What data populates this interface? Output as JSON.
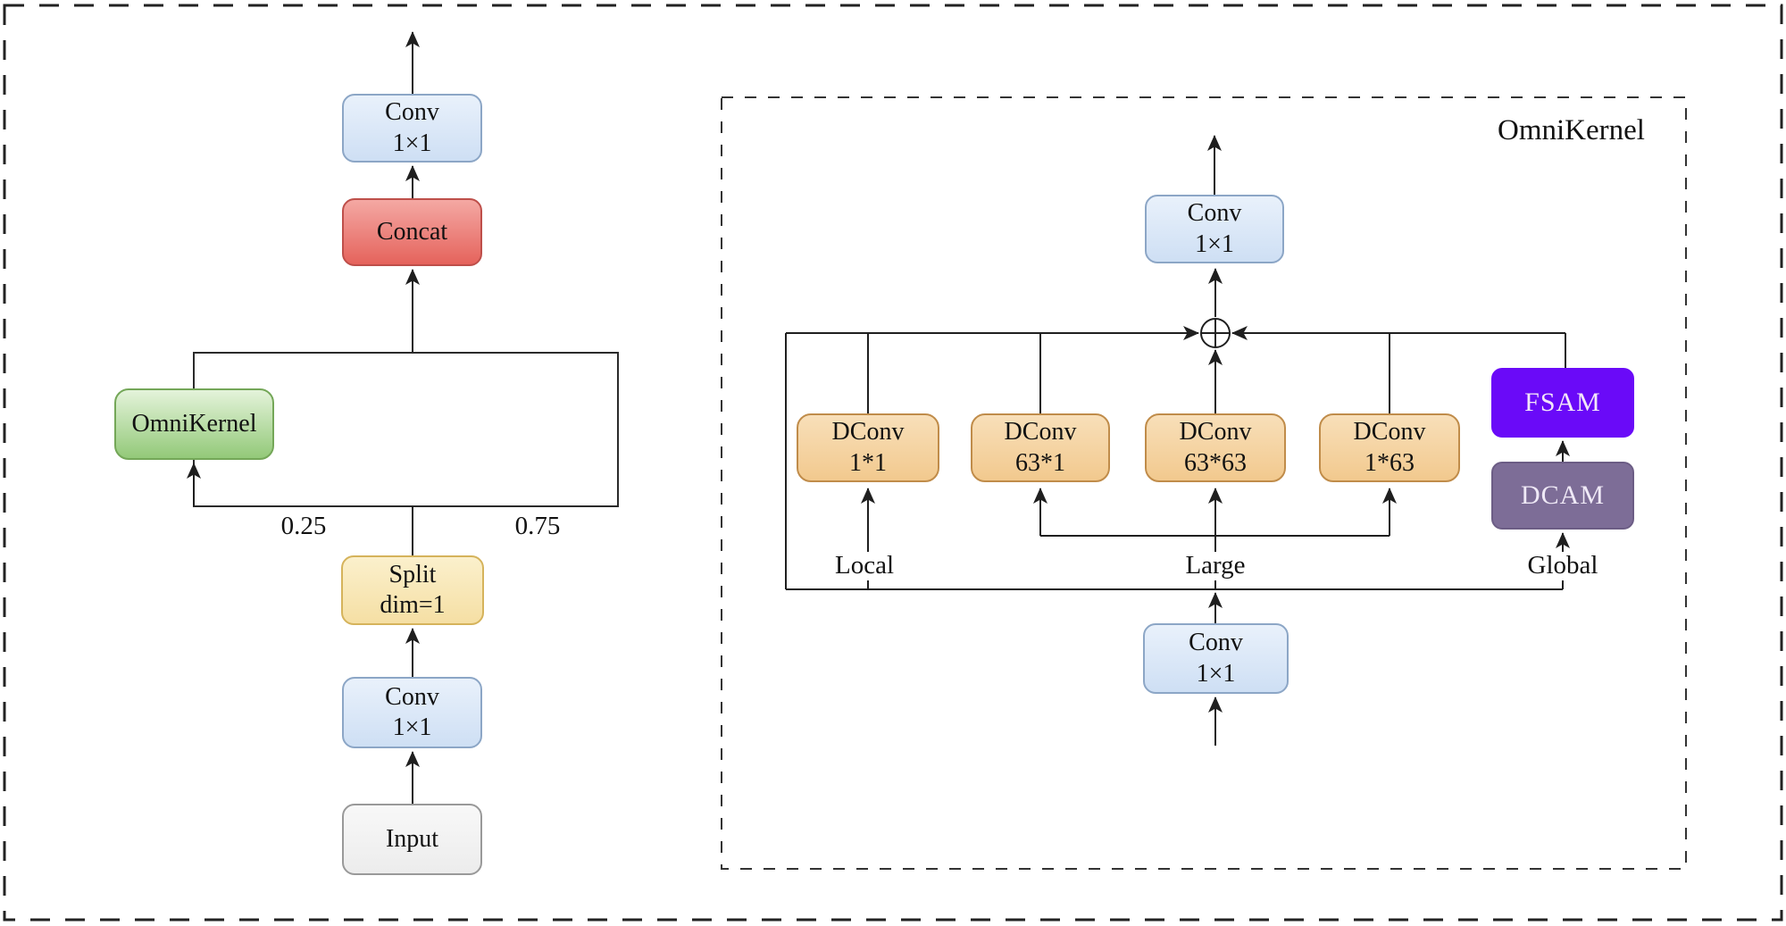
{
  "title": "OmniKernel architecture diagram",
  "colors": {
    "line": "#1F1F1F",
    "blue1": "#E9F1FB",
    "blue2": "#CEDFF4",
    "blueBorder": "#8CA6C6",
    "red1": "#F4A8A3",
    "red2": "#E5635C",
    "redBorder": "#BE4F4A",
    "yellow1": "#FBF0CC",
    "yellow2": "#F5DFA4",
    "yellowBorder": "#D5B35B",
    "gray1": "#F8F8F8",
    "gray2": "#ECECEC",
    "grayBorder": "#999999",
    "green1": "#E4F3DA",
    "green2": "#93C979",
    "greenBorder": "#74A758",
    "orange1": "#F8DFB9",
    "orange2": "#F2C98E",
    "orangeBorder": "#C08C4A",
    "fsam": "#6A0AF8",
    "fsamText": "#F3E6F9",
    "dcam": "#7D6D97",
    "dcamBorder": "#6C5D85",
    "dcamText": "#EFE9F6"
  },
  "left": {
    "conv_top": {
      "line1": "Conv",
      "line2": "1×1"
    },
    "concat": "Concat",
    "omnikernel": "OmniKernel",
    "ratio_left": "0.25",
    "ratio_right": "0.75",
    "split": {
      "line1": "Split",
      "line2": "dim=1"
    },
    "conv_bottom": {
      "line1": "Conv",
      "line2": "1×1"
    },
    "input": "Input"
  },
  "right": {
    "title": "OmniKernel",
    "conv_out": {
      "line1": "Conv",
      "line2": "1×1"
    },
    "sum_symbol": "⊕",
    "dconv_1": {
      "line1": "DConv",
      "line2": "1*1"
    },
    "dconv_2": {
      "line1": "DConv",
      "line2": "63*1"
    },
    "dconv_3": {
      "line1": "DConv",
      "line2": "63*63"
    },
    "dconv_4": {
      "line1": "DConv",
      "line2": "1*63"
    },
    "fsam": "FSAM",
    "dcam": "DCAM",
    "labels": {
      "local": "Local",
      "large": "Large",
      "global": "Global"
    },
    "conv_in": {
      "line1": "Conv",
      "line2": "1×1"
    }
  }
}
